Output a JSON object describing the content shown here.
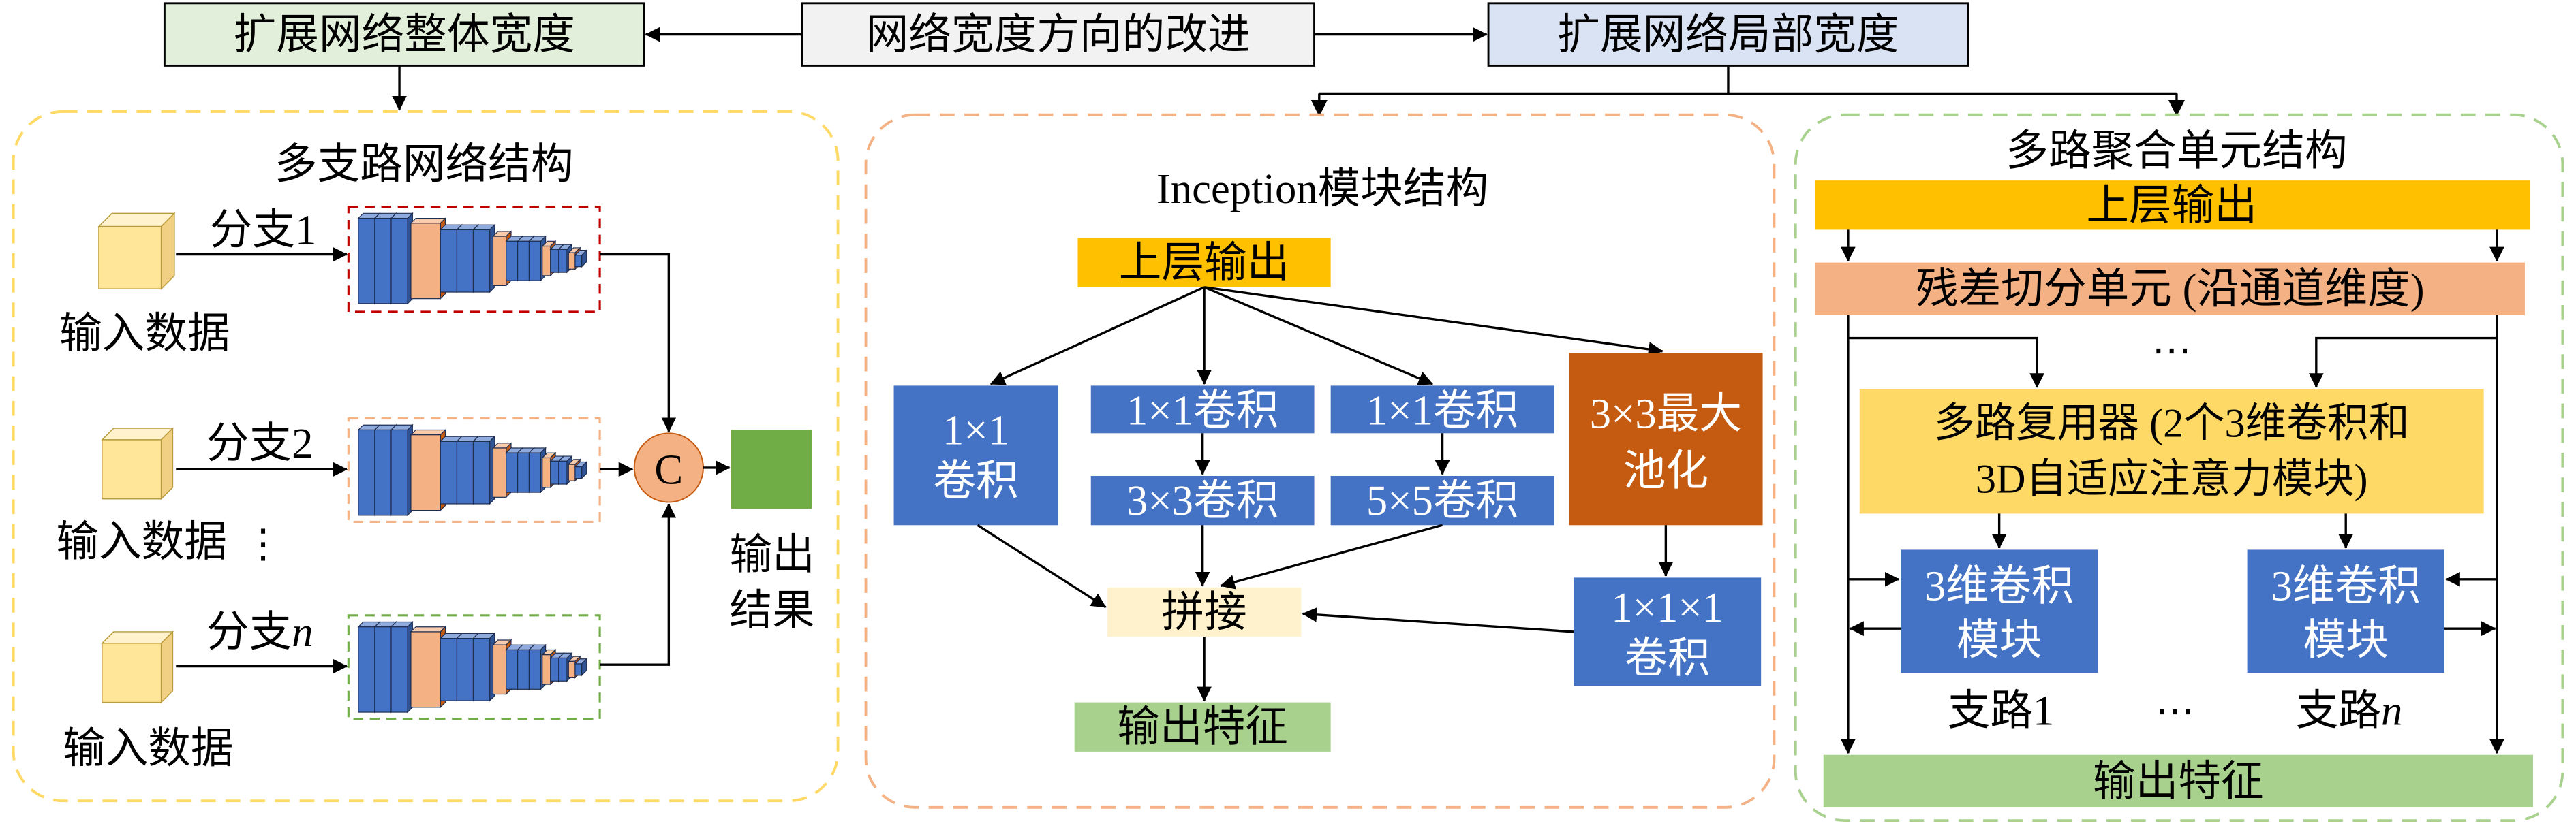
{
  "colors": {
    "header_green": "#e2efda",
    "header_gray": "#f2f2f2",
    "header_blue": "#dae3f3",
    "panel_yellow": "#ffd966",
    "panel_orange": "#f4b183",
    "panel_green": "#a9d18e",
    "input_orange": "#ffc000",
    "conv_blue": "#4472c4",
    "pool_brown": "#c55a11",
    "concat_cream": "#fff2cc",
    "output_green": "#a9d18e",
    "split_salmon": "#f4b183",
    "mux_yellow": "#ffd966",
    "merge_circle": "#f4b183",
    "result_green": "#70ad47",
    "cube_front": "#ffe699",
    "cube_top": "#fff2cc",
    "cube_side": "#f2d083",
    "branch_box_red": "#c00000",
    "branch_box_orange": "#f4b183",
    "branch_box_green": "#70ad47",
    "layer_blue": "#4472c4",
    "layer_blue_top": "#8faadc",
    "layer_blue_side": "#2f5597",
    "layer_orange": "#f4b183",
    "layer_orange_top": "#f8cbad",
    "layer_orange_side": "#c55a11"
  },
  "header": {
    "overall_width": "扩展网络整体宽度",
    "direction": "网络宽度方向的改进",
    "local_width": "扩展网络局部宽度"
  },
  "multi_branch": {
    "title": "多支路网络结构",
    "branches": [
      {
        "input": "输入数据",
        "label": "分支1"
      },
      {
        "input": "输入数据",
        "label": "分支2"
      },
      {
        "input": "输入数据",
        "label_prefix": "分支",
        "label_var": "n"
      }
    ],
    "more_marker": "⋮",
    "concat_symbol": "C",
    "output_lines": [
      "输出",
      "结果"
    ]
  },
  "inception": {
    "title": "Inception模块结构",
    "input": "上层输出",
    "branch_1x1": [
      "1×1",
      "卷积"
    ],
    "branch_3x3": {
      "reduce": "1×1卷积",
      "conv": "3×3卷积"
    },
    "branch_5x5": {
      "reduce": "1×1卷积",
      "conv": "5×5卷积"
    },
    "branch_pool": {
      "pool": [
        "3×3最大",
        "池化"
      ],
      "conv": [
        "1×1×1",
        "卷积"
      ]
    },
    "concat": "拼接",
    "output": "输出特征"
  },
  "multipath": {
    "title": "多路聚合单元结构",
    "input": "上层输出",
    "split": "残差切分单元 (沿通道维度)",
    "ellipsis": "⋯",
    "multiplexer": [
      "多路复用器 (2个3维卷积和",
      "3D自适应注意力模块)"
    ],
    "paths": [
      {
        "module": [
          "3维卷积",
          "模块"
        ],
        "label": "支路1"
      },
      {
        "module": [
          "3维卷积",
          "模块"
        ],
        "label_prefix": "支路",
        "label_var": "n"
      }
    ],
    "path_ellipsis": "⋯",
    "output": "输出特征"
  }
}
